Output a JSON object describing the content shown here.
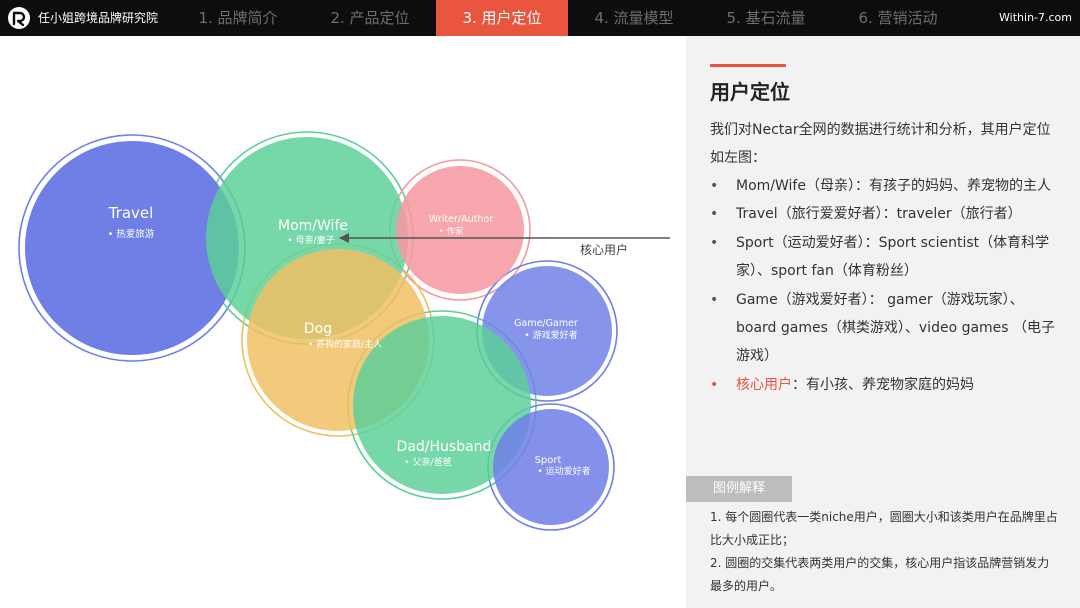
{
  "header": {
    "brand": "任小姐跨境品牌研究院",
    "tabs": [
      {
        "label": "1. 品牌简介",
        "active": false
      },
      {
        "label": "2. 产品定位",
        "active": false
      },
      {
        "label": "3. 用户定位",
        "active": true
      },
      {
        "label": "4. 流量模型",
        "active": false
      },
      {
        "label": "5. 基石流量",
        "active": false
      },
      {
        "label": "6. 营销活动",
        "active": false
      }
    ],
    "site": "Within-7.com"
  },
  "diagram": {
    "bubbles": [
      {
        "id": "travel",
        "title": "Travel",
        "subtitle": "• 热爱旅游",
        "color": "#6f7fe6"
      },
      {
        "id": "mom",
        "title": "Mom/Wife",
        "subtitle": "• 母亲/妻子",
        "color": "#5ccf99"
      },
      {
        "id": "writer",
        "title": "Writer/Author",
        "subtitle": "• 作家",
        "color": "#f59aa0"
      },
      {
        "id": "dog",
        "title": "Dog",
        "subtitle": "• 养狗的家庭/主人",
        "color": "#f1bf62"
      },
      {
        "id": "game",
        "title": "Game/Gamer",
        "subtitle": "• 游戏爱好者",
        "color": "#6f7fe6"
      },
      {
        "id": "dad",
        "title": "Dad/Husband",
        "subtitle": "• 父亲/爸爸",
        "color": "#5ccf99"
      },
      {
        "id": "sport",
        "title": "Sport",
        "subtitle": "• 运动爱好者",
        "color": "#6f7fe6"
      }
    ],
    "core_label": "核心用户"
  },
  "panel": {
    "title": "用户定位",
    "intro": "我们对Nectar全网的数据进行统计和分析，其用户定位如左图：",
    "bullets": [
      "Mom/Wife（母亲）：有孩子的妈妈、养宠物的主人",
      "Travel（旅行爱爱好者）：traveler（旅行者）",
      "Sport（运动爱好者）：Sport scientist（体育科学家）、sport fan（体育粉丝）",
      "Game（游戏爱好者）： gamer（游戏玩家）、board games（棋类游戏）、video games （电子游戏）"
    ],
    "core_term": "核心用户",
    "core_desc": "：有小孩、养宠物家庭的妈妈",
    "legend_title": "图例解释",
    "notes": [
      "1. 每个圆圈代表一类niche用户，圆圈大小和该类用户在品牌里占比大小成正比；",
      "2. 圆圈的交集代表两类用户的交集，核心用户指该品牌营销发力最多的用户。"
    ]
  }
}
